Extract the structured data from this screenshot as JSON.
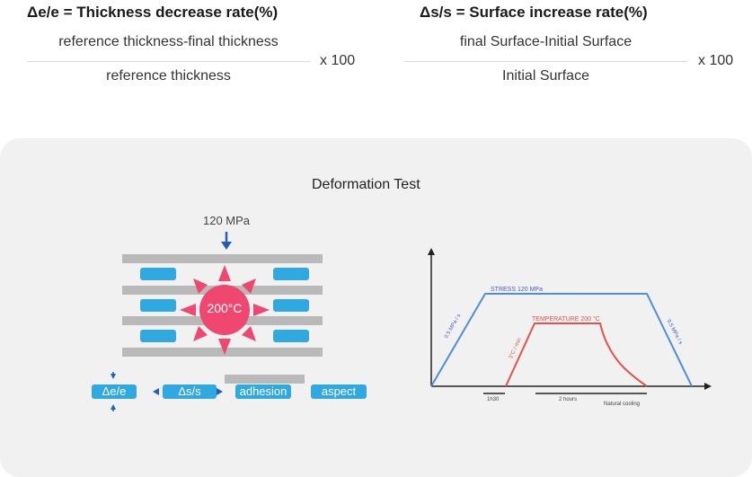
{
  "formula_left": {
    "title": "Δe/e = Thickness decrease rate(%)",
    "numerator": "reference thickness-final thickness",
    "denominator": "reference thickness",
    "multiplier": "x 100"
  },
  "formula_right": {
    "title": "Δs/s = Surface increase rate(%)",
    "numerator": "final Surface-Initial Surface",
    "denominator": "Initial Surface",
    "multiplier": "x 100"
  },
  "panel": {
    "title": "Deformation Test",
    "pressure_label": "120 MPa",
    "temperature_label": "200°C",
    "tags": [
      "Δe/e",
      "Δs/s",
      "adhesion",
      "aspect"
    ]
  },
  "chart": {
    "stress_label": "STRESS 120 MPa",
    "temperature_label": "TEMPERATURE 200 °C",
    "left_slope_label": "0.5 MPa / s",
    "right_slope_label": "0.5 MPa / s",
    "heat_rate_label": "3°C / min",
    "timing_1": "1h30",
    "timing_2": "2 hours",
    "timing_3": "Natural cooling",
    "colors": {
      "stress": "#4a8fd8",
      "temperature": "#e8504a",
      "axis": "#222222"
    }
  }
}
